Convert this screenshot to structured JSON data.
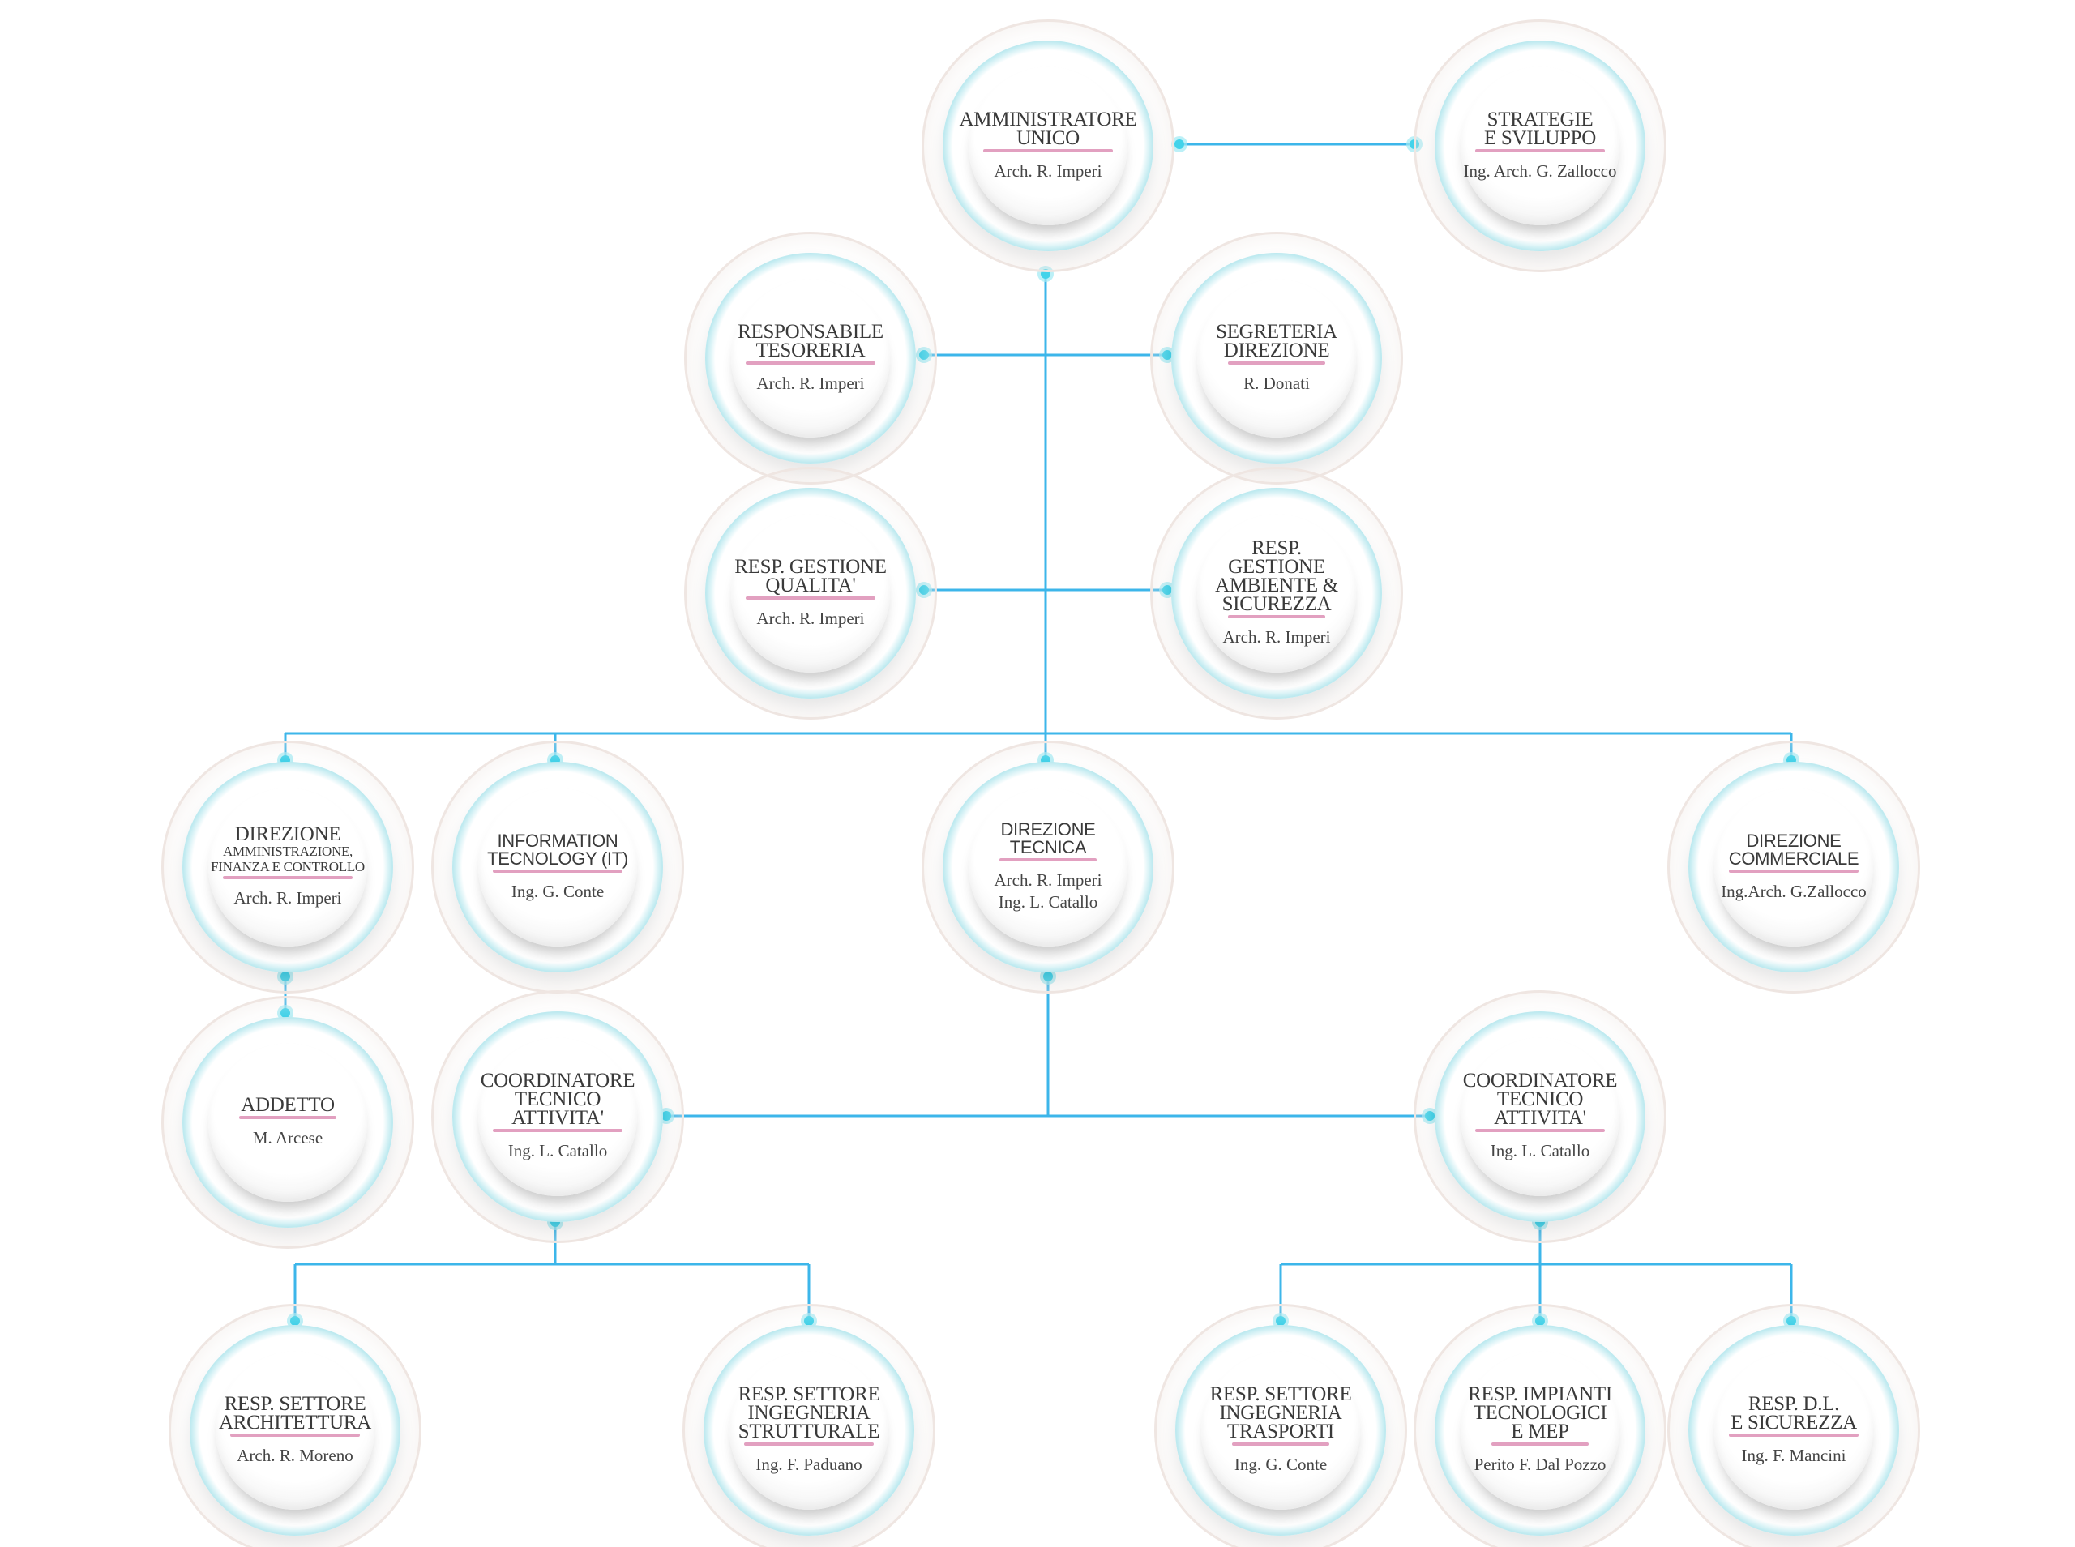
{
  "nodes": [
    {
      "id": "amministratore",
      "title": "AMMINISTRATORE\nUNICO",
      "person": "Arch. R. Imperi"
    },
    {
      "id": "strategie",
      "title": "STRATEGIE\nE SVILUPPO",
      "person": "Ing. Arch. G. Zallocco"
    },
    {
      "id": "tesoreria",
      "title": "RESPONSABILE\nTESORERIA",
      "person": "Arch. R. Imperi"
    },
    {
      "id": "segreteria",
      "title": "SEGRETERIA\nDIREZIONE",
      "person": "R. Donati"
    },
    {
      "id": "qualita",
      "title": "RESP. GESTIONE\nQUALITA'",
      "person": "Arch. R. Imperi"
    },
    {
      "id": "ambiente",
      "title": "RESP.\nGESTIONE\nAMBIENTE &\nSICUREZZA",
      "person": "Arch. R. Imperi"
    },
    {
      "id": "dir_amministrazione",
      "title": "DIREZIONE",
      "subtitle": "AMMINISTRAZIONE,\nFINANZA E CONTROLLO",
      "person": "Arch. R. Imperi"
    },
    {
      "id": "it",
      "title": "INFORMATION\nTECNOLOGY (IT)",
      "person": "Ing. G. Conte"
    },
    {
      "id": "dir_tecnica",
      "title": "DIREZIONE\nTECNICA",
      "person": "Arch. R. Imperi\nIng. L. Catallo"
    },
    {
      "id": "dir_commerciale",
      "title": "DIREZIONE\nCOMMERCIALE",
      "person": "Ing.Arch. G.Zallocco"
    },
    {
      "id": "addetto",
      "title": "ADDETTO",
      "person": "M. Arcese"
    },
    {
      "id": "coord1",
      "title": "COORDINATORE\nTECNICO\nATTIVITA'",
      "person": "Ing. L. Catallo"
    },
    {
      "id": "coord2",
      "title": "COORDINATORE\nTECNICO\nATTIVITA'",
      "person": "Ing. L. Catallo"
    },
    {
      "id": "architettura",
      "title": "RESP. SETTORE\nARCHITETTURA",
      "person": "Arch. R. Moreno"
    },
    {
      "id": "strutturale",
      "title": "RESP. SETTORE\nINGEGNERIA\nSTRUTTURALE",
      "person": "Ing. F. Paduano"
    },
    {
      "id": "trasporti",
      "title": "RESP. SETTORE\nINGEGNERIA\nTRASPORTI",
      "person": "Ing. G. Conte"
    },
    {
      "id": "impianti",
      "title": "RESP. IMPIANTI\nTECNOLOGICI\nE MEP",
      "person": "Perito F. Dal Pozzo"
    },
    {
      "id": "dl",
      "title": "RESP. D.L.\nE SICUREZZA",
      "person": "Ing. F. Mancini"
    }
  ],
  "colors": {
    "connector": "#3cb6ea",
    "ring": "#8ad8e3",
    "underline": "#e2a0c0",
    "dot": "#43d3ea"
  }
}
